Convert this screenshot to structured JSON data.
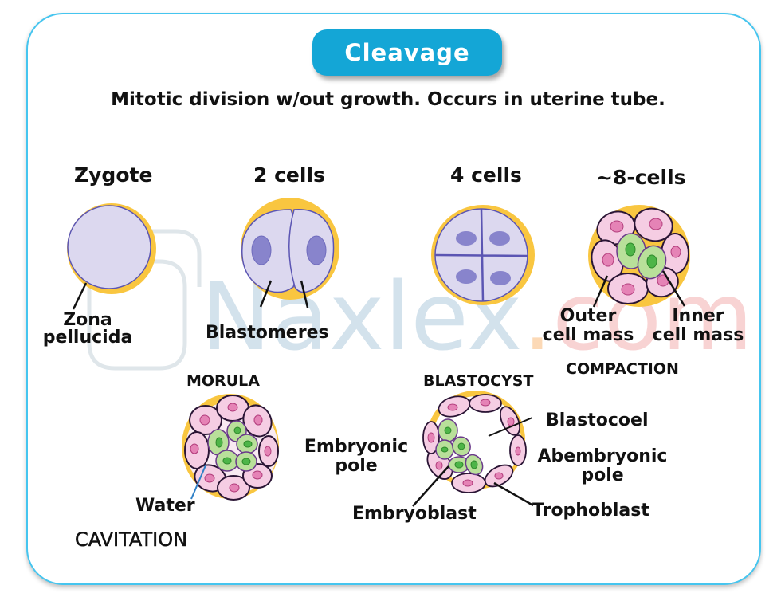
{
  "title": "Cleavage",
  "subtitle": "Mitotic division w/out growth. Occurs in uterine tube.",
  "watermark": {
    "brand": "Naxlex",
    "dot": ".",
    "tld": "com"
  },
  "colors": {
    "frame_border": "#45c5ef",
    "title_pill": "#14a6d6",
    "zona_pellucida": "#f9c640",
    "early_cell_fill": "#dcd8ef",
    "early_cell_outline": "#5b55b3",
    "early_nucleus": "#8884cc",
    "outer_cell_fill": "#f5cde3",
    "outer_nucleus": "#e583b6",
    "inner_cell_fill": "#b9e09a",
    "inner_nucleus": "#4eb548",
    "cell_outline": "#2a1535",
    "water_line": "#2d7fc6",
    "watermark_blue": "#d3e2ec",
    "watermark_orange": "#fcd9b6",
    "watermark_pink": "#f8d3d3"
  },
  "stages": {
    "zygote": {
      "label": "Zygote",
      "annotations": [
        "Zona",
        "pellucida"
      ]
    },
    "two_cells": {
      "label": "2 cells",
      "annotation": "Blastomeres"
    },
    "four_cells": {
      "label": "4 cells"
    },
    "eight_cells": {
      "label": "~8-cells",
      "outer": [
        "Outer",
        "cell mass"
      ],
      "inner": [
        "Inner",
        "cell mass"
      ],
      "process": "COMPACTION"
    },
    "morula": {
      "label": "MORULA",
      "water": "Water",
      "process": "CAVITATION"
    },
    "blastocyst": {
      "label": "BLASTOCYST",
      "blastocoel": "Blastocoel",
      "embryonic_pole": [
        "Embryonic",
        "pole"
      ],
      "abembryonic_pole": [
        "Abembryonic",
        "pole"
      ],
      "embryoblast": "Embryoblast",
      "trophoblast": "Trophoblast"
    }
  }
}
